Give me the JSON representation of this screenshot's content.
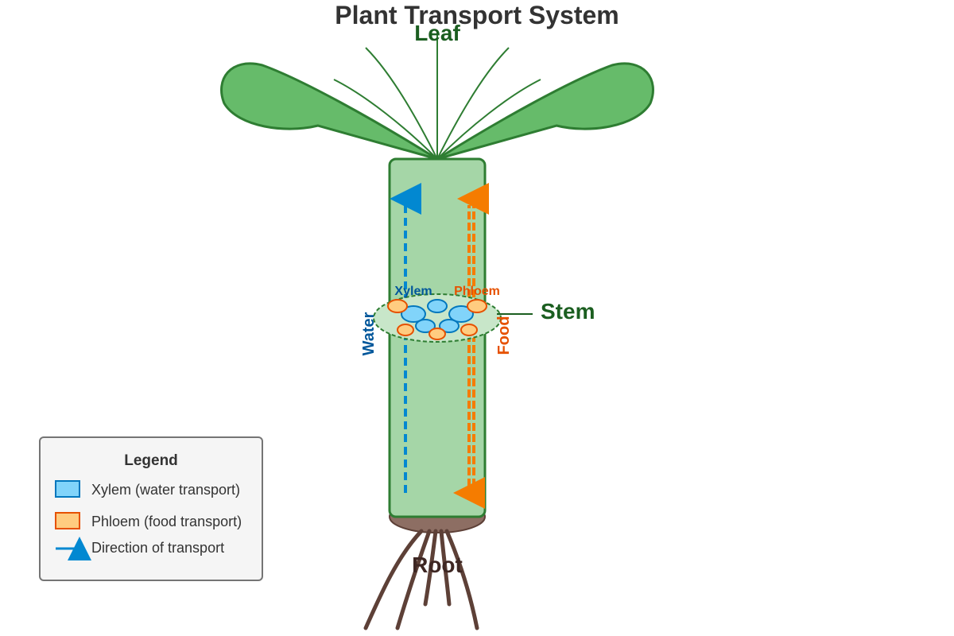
{
  "title": "Plant Transport System",
  "labels": {
    "leaf": "Leaf",
    "stem": "Stem",
    "root": "Root",
    "xylem": "Xylem",
    "phloem": "Phloem",
    "water": "Water",
    "food": "Food"
  },
  "legend": {
    "title": "Legend",
    "items": [
      {
        "label": "Xylem (water transport)",
        "color": "#81d4fa",
        "border": "#0277bd"
      },
      {
        "label": "Phloem (food transport)",
        "color": "#ffcc80",
        "border": "#e65100"
      },
      {
        "label": "Direction of transport",
        "color": "#0288d1"
      }
    ]
  },
  "colors": {
    "leaf": "#66bb6a",
    "leaf_stroke": "#2e7d32",
    "stem": "#a5d6a7",
    "stem_stroke": "#2e7d32",
    "root": "#5d4037",
    "root_base": "#8d6e63",
    "xylem": "#0288d1",
    "xylem_fill": "#81d4fa",
    "phloem": "#f57c00",
    "phloem_fill": "#ffcc80",
    "label_green": "#1b5e20",
    "water_text": "#01579b",
    "food_text": "#e65100"
  }
}
